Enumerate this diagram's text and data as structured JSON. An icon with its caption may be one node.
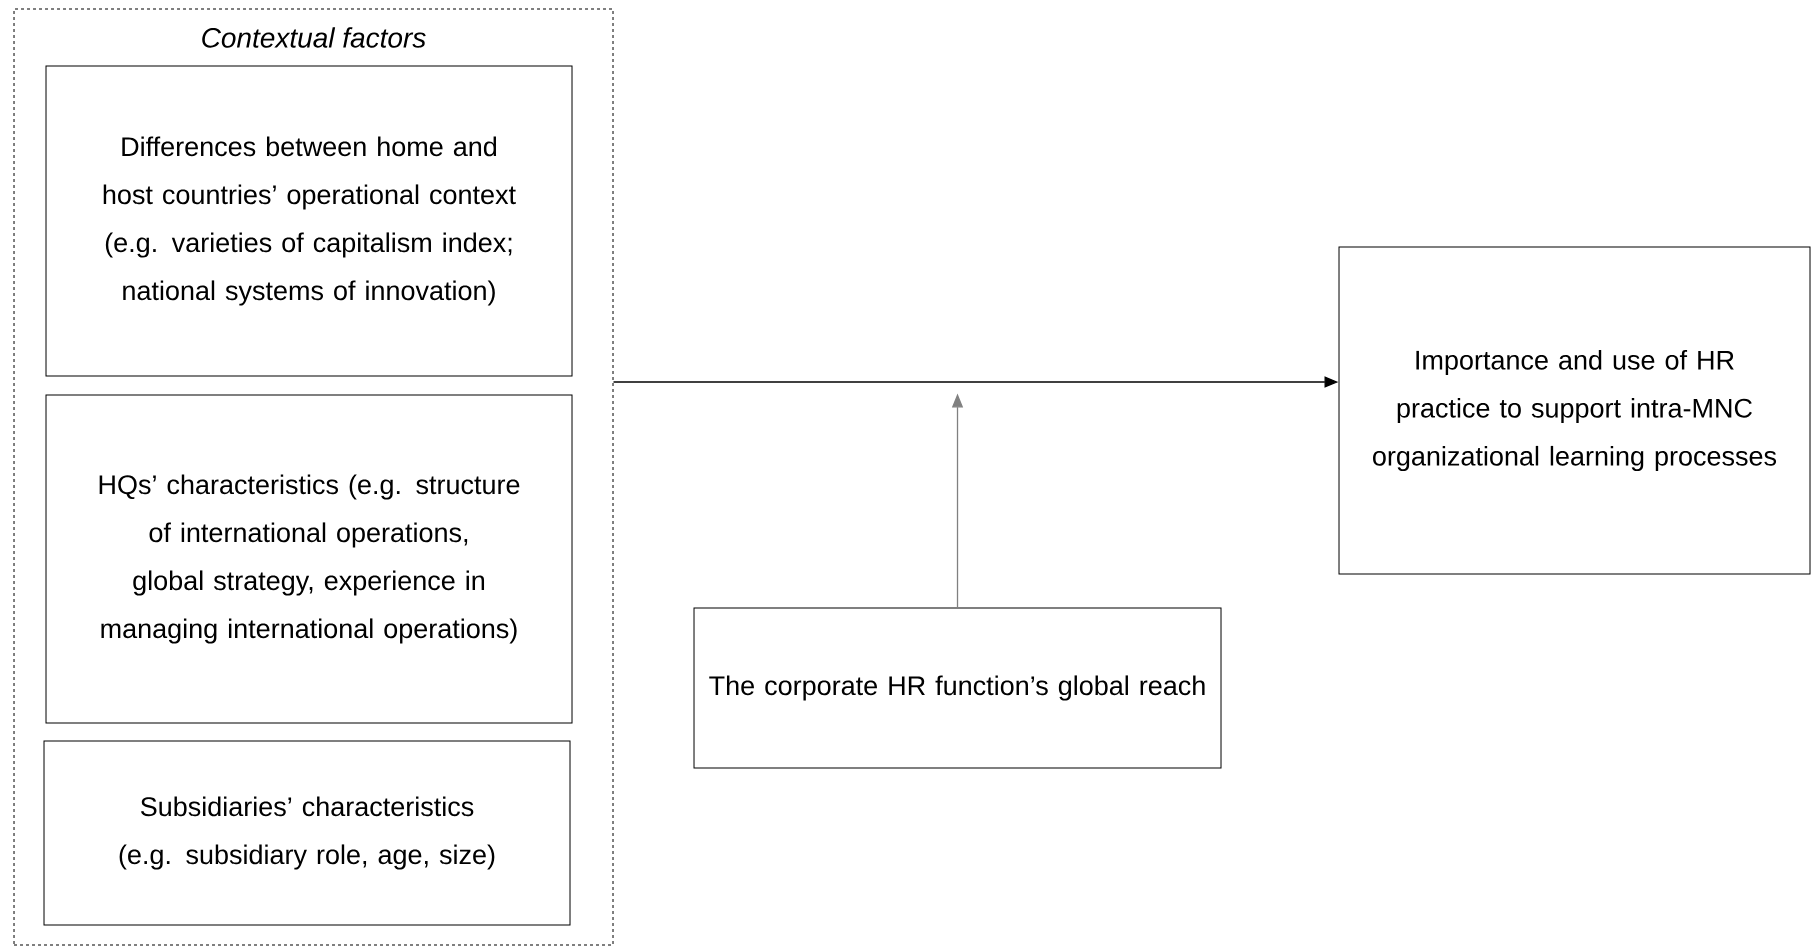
{
  "diagram": {
    "nodes": [
      {
        "text": [
          "Contextual factors"
        ]
      },
      {
        "text": [
          "Differences between home and host countries’ operational context (e.g. varieties of capitalism index; national systems of innovation)"
        ],
        "in": 0
      },
      {
        "text": [
          "HQs’ characteristics (e.g. structure of international operations, global strategy, experience in managing international operations)"
        ],
        "in": 0
      },
      {
        "text": [
          "Subsidiaries’ characteristics (e.g. subsidiary role, age, size)"
        ],
        "in": 0
      },
      {
        "text": [
          "Importance and use of HR practice to support intra-MNC organizational learning processes"
        ]
      },
      {
        "text": [
          "The corporate HR function’s global reach"
        ]
      }
    ],
    "edges": [
      {
        "from": 0,
        "to": 4,
        "arrow": "to"
      },
      {
        "from": 5,
        "to": null,
        "arrow": "to",
        "color": "#808080"
      }
    ]
  }
}
